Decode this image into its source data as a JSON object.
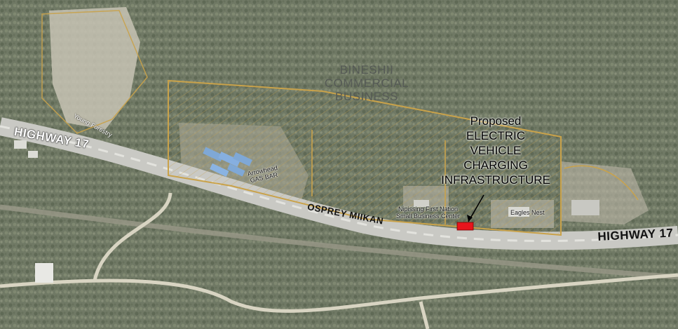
{
  "zone": {
    "line1": "BINESHII",
    "line2": "COMMERCIAL",
    "line3": "BUSINESS"
  },
  "proposal": {
    "line1": "Proposed",
    "line2": "ELECTRIC",
    "line3": "VEHICLE",
    "line4": "CHARGING",
    "line5": "INFRASTRUCTURE"
  },
  "roads": {
    "highway_west": "HIGHWAY 17",
    "highway_east": "HIGHWAY 17",
    "osprey": "OSPREY MIIKAN"
  },
  "places": {
    "young": "Young Forestry",
    "arrowhead_1": "Arrowhead",
    "arrowhead_2": "GAS BAR",
    "nipissing_1": "Nipissing First Nation",
    "nipissing_2": "Small Business Center",
    "eagles": "Eagles Nest"
  },
  "colors": {
    "parcel_line": "#c9a24a",
    "site_marker": "#e8141c",
    "forest": "#5f6a55",
    "highway": "#cfcfca"
  }
}
